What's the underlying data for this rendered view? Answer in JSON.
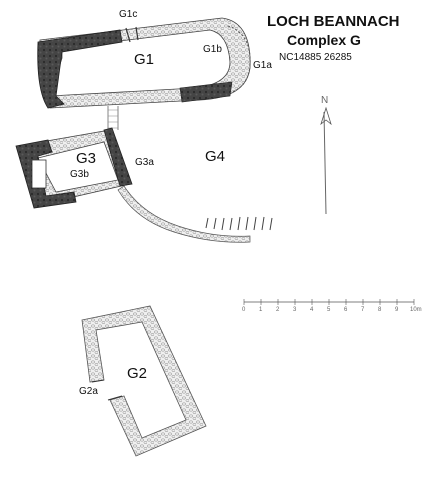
{
  "title": {
    "site": "LOCH BEANNACH",
    "complex": "Complex G",
    "grid_ref": "NC14885 26285"
  },
  "labels": {
    "G1": "G1",
    "G1a": "G1a",
    "G1b": "G1b",
    "G1c": "G1c",
    "G2": "G2",
    "G2a": "G2a",
    "G3": "G3",
    "G3a": "G3a",
    "G3b": "G3b",
    "G4": "G4"
  },
  "north_arrow": {
    "symbol": "N"
  },
  "scale_bar": {
    "ticks": [
      "0",
      "1",
      "2",
      "3",
      "4",
      "5",
      "6",
      "7",
      "8",
      "9",
      "10m"
    ]
  },
  "colors": {
    "ink": "#2b2b2b",
    "dark_wall": "#3a3a3a",
    "stone_fill": "#ececec",
    "background": "#ffffff"
  }
}
